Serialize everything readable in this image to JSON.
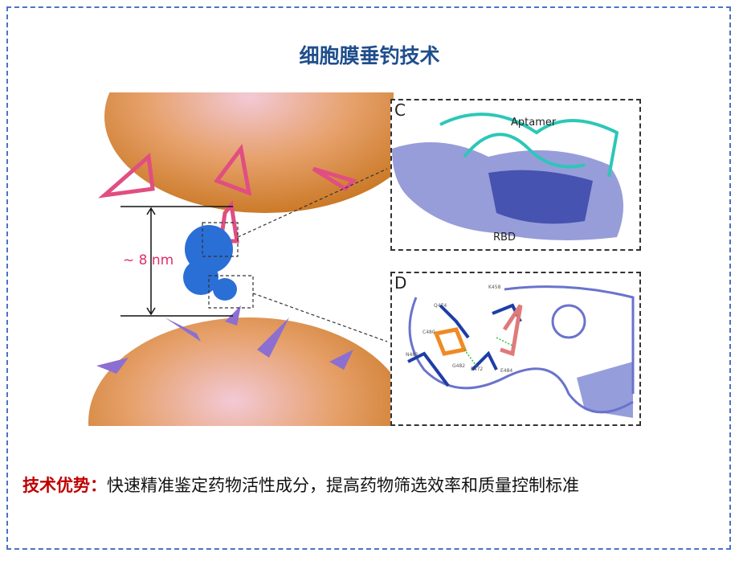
{
  "title": "细胞膜垂钓技术",
  "illustration": {
    "distance_label": "~ 8 nm"
  },
  "panel_c": {
    "label": "C",
    "aptamer_label": "Aptamer",
    "rbd_label": "RBD"
  },
  "panel_d": {
    "label": "D",
    "residues": [
      "K458",
      "Q474",
      "C480",
      "N481",
      "G482",
      "E472",
      "E484"
    ]
  },
  "footer": {
    "lead": "技术优势：",
    "text": "快速精准鉴定药物活性成分，提高药物筛选效率和质量控制标准"
  },
  "colors": {
    "title": "#1f4e8c",
    "lead": "#c00000",
    "border": "#4a72c8"
  }
}
